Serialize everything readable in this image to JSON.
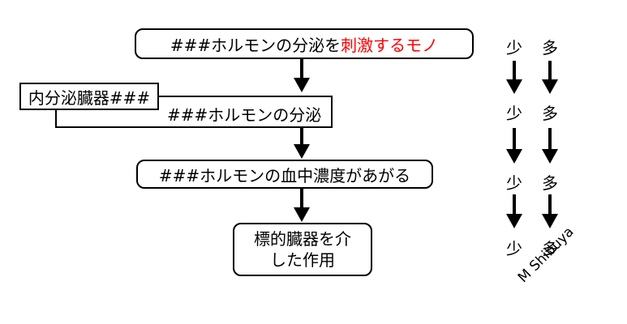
{
  "flow": {
    "box1": {
      "prefix": "###ホルモンの分泌を",
      "highlight": "刺激するモノ",
      "highlight_color": "#ff0000"
    },
    "box2_label": "内分泌臓器###",
    "box2_text": "###ホルモンの分泌",
    "box3": "###ホルモンの血中濃度があがる",
    "box4_line1": "標的臓器を介",
    "box4_line2": "した作用"
  },
  "levels": {
    "left": [
      "少",
      "少",
      "少",
      "少"
    ],
    "right": [
      "多",
      "多",
      "多",
      "多"
    ]
  },
  "credit": "M Shibuya"
}
